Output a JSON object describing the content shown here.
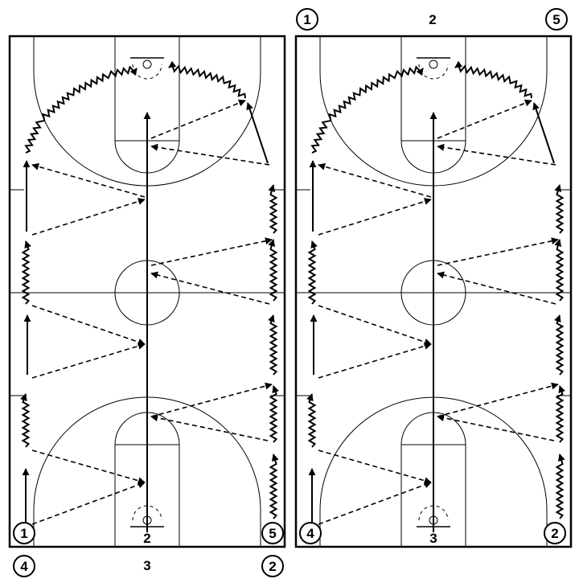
{
  "diagram": {
    "colors": {
      "line": "#000000",
      "background": "#ffffff"
    },
    "left_court": {
      "players": {
        "p1": "1",
        "p4": "4",
        "p5": "5",
        "p2": "2",
        "center_low": "2",
        "center_below": "3"
      }
    },
    "right_court": {
      "players": {
        "p1": "1",
        "p2_top": "2",
        "p5": "5",
        "p4": "4",
        "p2_right": "2",
        "center_low": "3"
      }
    },
    "legend": {
      "pass": "dashed-arrow",
      "dribble": "zigzag-arrow",
      "cut": "solid-arrow"
    }
  }
}
